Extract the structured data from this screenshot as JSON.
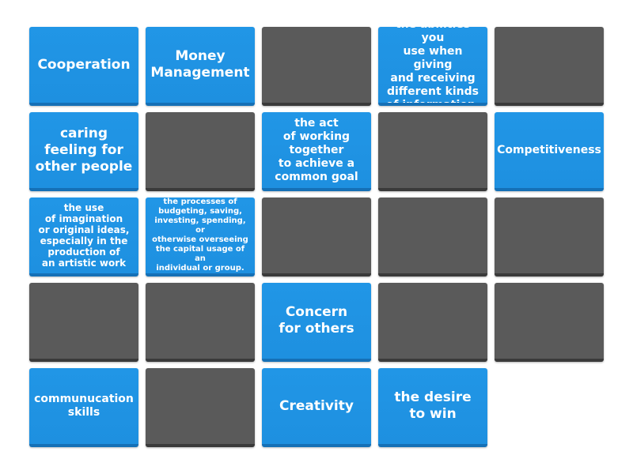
{
  "tiles": [
    {
      "state": "revealed",
      "text": "Cooperation"
    },
    {
      "state": "revealed",
      "text": "Money\nManagement"
    },
    {
      "state": "hidden",
      "text": ""
    },
    {
      "state": "revealed",
      "text": "the abilities you\nuse when giving\nand receiving\ndifferent kinds\nof information."
    },
    {
      "state": "hidden",
      "text": ""
    },
    {
      "state": "revealed",
      "text": "caring\nfeeling for\nother people"
    },
    {
      "state": "hidden",
      "text": ""
    },
    {
      "state": "revealed",
      "text": "the act\nof working\ntogether\nto achieve a\ncommon goal"
    },
    {
      "state": "hidden",
      "text": ""
    },
    {
      "state": "revealed",
      "text": "Competitiveness"
    },
    {
      "state": "revealed",
      "text": "the use\nof imagination\nor original ideas,\nespecially in the\nproduction of\nan artistic work"
    },
    {
      "state": "revealed",
      "text": "the processes of\nbudgeting, saving,\ninvesting, spending, or\notherwise overseeing\nthe capital usage of an\nindividual or group."
    },
    {
      "state": "hidden",
      "text": ""
    },
    {
      "state": "hidden",
      "text": ""
    },
    {
      "state": "hidden",
      "text": ""
    },
    {
      "state": "hidden",
      "text": ""
    },
    {
      "state": "hidden",
      "text": ""
    },
    {
      "state": "revealed",
      "text": "Concern\nfor others"
    },
    {
      "state": "hidden",
      "text": ""
    },
    {
      "state": "hidden",
      "text": ""
    },
    {
      "state": "revealed",
      "text": "communucation\nskills"
    },
    {
      "state": "hidden",
      "text": ""
    },
    {
      "state": "revealed",
      "text": "Creativity"
    },
    {
      "state": "revealed",
      "text": "the desire\nto win"
    }
  ],
  "colors": {
    "revealed_tile": "#2196e6",
    "hidden_tile": "#5a5a5a",
    "background": "#ffffff"
  }
}
